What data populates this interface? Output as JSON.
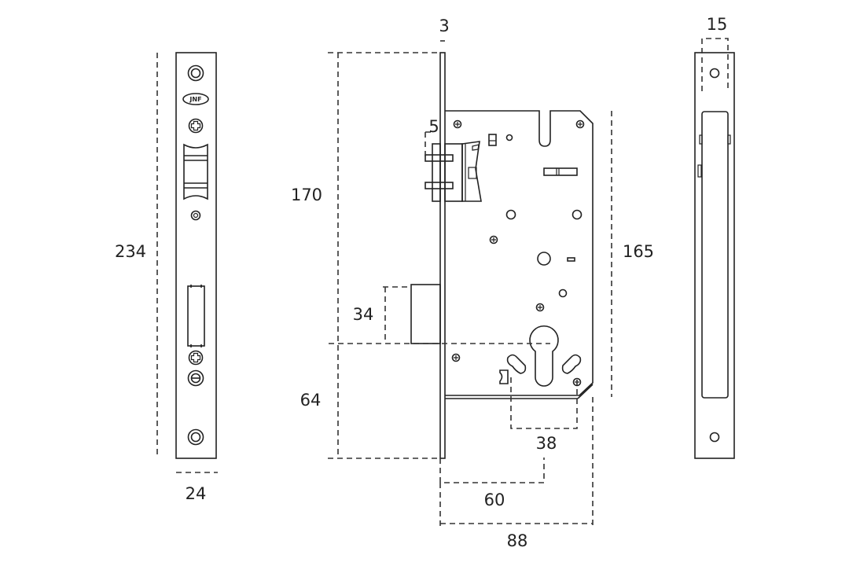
{
  "drawing": {
    "title": "Mortise lock technical drawing",
    "views": [
      "front-faceplate",
      "side-profile",
      "edge-view"
    ],
    "logo_text": "JNF",
    "line_color": "#222222",
    "background": "#ffffff"
  },
  "dimensions": {
    "faceplate_height": "234",
    "faceplate_width": "24",
    "faceplate_thickness": "3",
    "latch_projection": "5",
    "top_to_handle": "170",
    "deadbolt_height": "34",
    "handle_to_bottom": "64",
    "case_height": "165",
    "handle_to_cylinder": "38",
    "backset": "60",
    "case_depth": "88",
    "edge_width": "15"
  }
}
